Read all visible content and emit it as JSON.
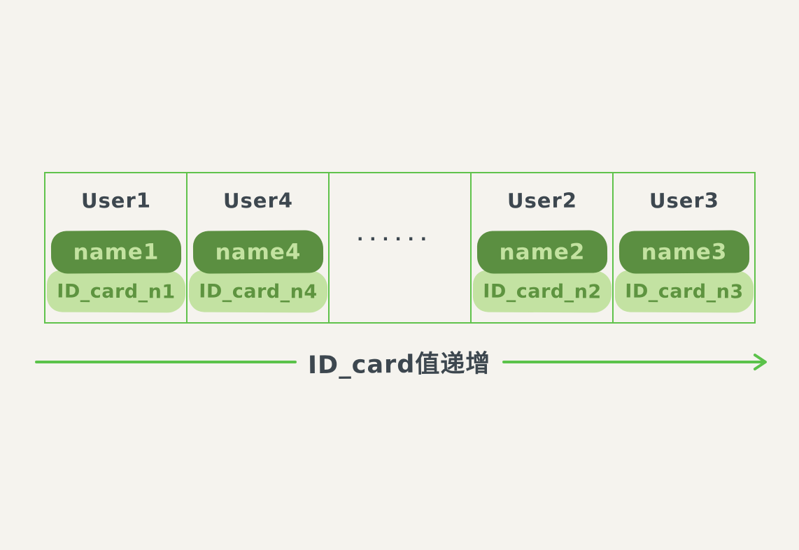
{
  "diagram": {
    "description": "array-of-user-records-sorted-by-id-card",
    "cells": [
      {
        "title": "User1",
        "name": "name1",
        "id_card": "ID_card_n1"
      },
      {
        "title": "User4",
        "name": "name4",
        "id_card": "ID_card_n4"
      },
      {
        "ellipsis": "······"
      },
      {
        "title": "User2",
        "name": "name2",
        "id_card": "ID_card_n2"
      },
      {
        "title": "User3",
        "name": "name3",
        "id_card": "ID_card_n3"
      }
    ],
    "arrow": {
      "label": "ID_card值递增"
    },
    "colors": {
      "background": "#f5f3ee",
      "cell_border": "#60c24b",
      "pill_dark": "#5b8f41",
      "pill_light": "#c3e2a2",
      "name_text": "#c3e2a0",
      "id_card_text": "#5e9440",
      "ink": "#3d474f",
      "arrow": "#5bc24a"
    }
  }
}
